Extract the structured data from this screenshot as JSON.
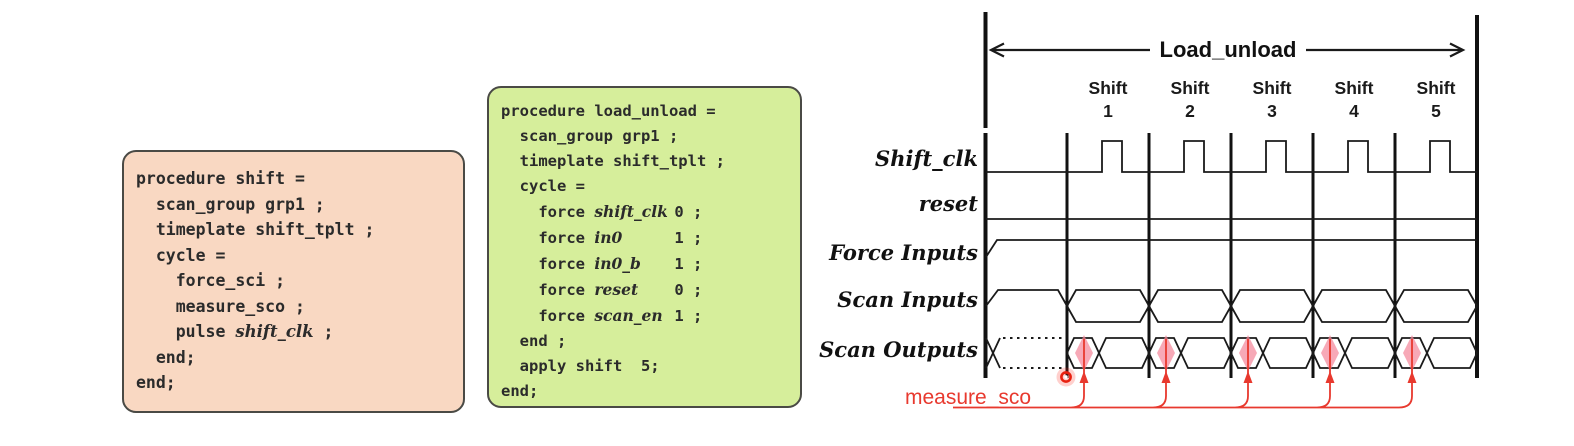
{
  "procedures": {
    "shift": {
      "lines": [
        [
          {
            "t": "procedure shift =",
            "s": "p"
          }
        ],
        [
          {
            "t": "  scan_group grp1 ;",
            "s": "p"
          }
        ],
        [
          {
            "t": "  timeplate shift_tplt ;",
            "s": "p"
          }
        ],
        [
          {
            "t": "  cycle =",
            "s": "p"
          }
        ],
        [
          {
            "t": "    force_sci ;",
            "s": "p"
          }
        ],
        [
          {
            "t": "    measure_sco ;",
            "s": "p"
          }
        ],
        [
          {
            "t": "    pulse ",
            "s": "p"
          },
          {
            "t": "shift_clk",
            "s": "i"
          },
          {
            "t": " ;",
            "s": "p"
          }
        ],
        [
          {
            "t": "  end;",
            "s": "p"
          }
        ],
        [
          {
            "t": "end;",
            "s": "p"
          }
        ]
      ]
    },
    "load_unload": {
      "lines": [
        [
          {
            "t": "procedure load_unload =",
            "s": "p"
          }
        ],
        [
          {
            "t": "  scan_group grp1 ;",
            "s": "p"
          }
        ],
        [
          {
            "t": "  timeplate shift_tplt ;",
            "s": "p"
          }
        ],
        [
          {
            "t": "  cycle =",
            "s": "p"
          }
        ],
        [
          {
            "t": "    force ",
            "s": "p"
          },
          {
            "t": "shift_clk",
            "s": "n"
          },
          {
            "t": "0 ;",
            "s": "p"
          }
        ],
        [
          {
            "t": "    force ",
            "s": "p"
          },
          {
            "t": "in0",
            "s": "n"
          },
          {
            "t": "1 ;",
            "s": "p"
          }
        ],
        [
          {
            "t": "    force ",
            "s": "p"
          },
          {
            "t": "in0_b",
            "s": "n"
          },
          {
            "t": "1 ;",
            "s": "p"
          }
        ],
        [
          {
            "t": "    force ",
            "s": "p"
          },
          {
            "t": "reset",
            "s": "n"
          },
          {
            "t": "0 ;",
            "s": "p"
          }
        ],
        [
          {
            "t": "    force ",
            "s": "p"
          },
          {
            "t": "scan_en",
            "s": "n"
          },
          {
            "t": "1 ;",
            "s": "p"
          }
        ],
        [
          {
            "t": "  end ;",
            "s": "p"
          }
        ],
        [
          {
            "t": "  apply shift  5;",
            "s": "p"
          }
        ],
        [
          {
            "t": "end;",
            "s": "p"
          }
        ]
      ]
    }
  },
  "timing": {
    "window_label": "Load_unload",
    "shift_word": "Shift",
    "shift_numbers": [
      "1",
      "2",
      "3",
      "4",
      "5"
    ],
    "signals": [
      "Shift_clk",
      "reset",
      "Force Inputs",
      "Scan Inputs",
      "Scan Outputs"
    ],
    "annotation_label": "measure_sco",
    "measure_points": 5
  },
  "colors": {
    "shift_box_bg": "#f9d8c2",
    "load_unload_box_bg": "#d6ee9b",
    "box_border": "#4a4a45",
    "waveform": "#1a1a1a",
    "annotation_red": "#e8392e",
    "measure_diamond_pink": "#f4889b"
  }
}
